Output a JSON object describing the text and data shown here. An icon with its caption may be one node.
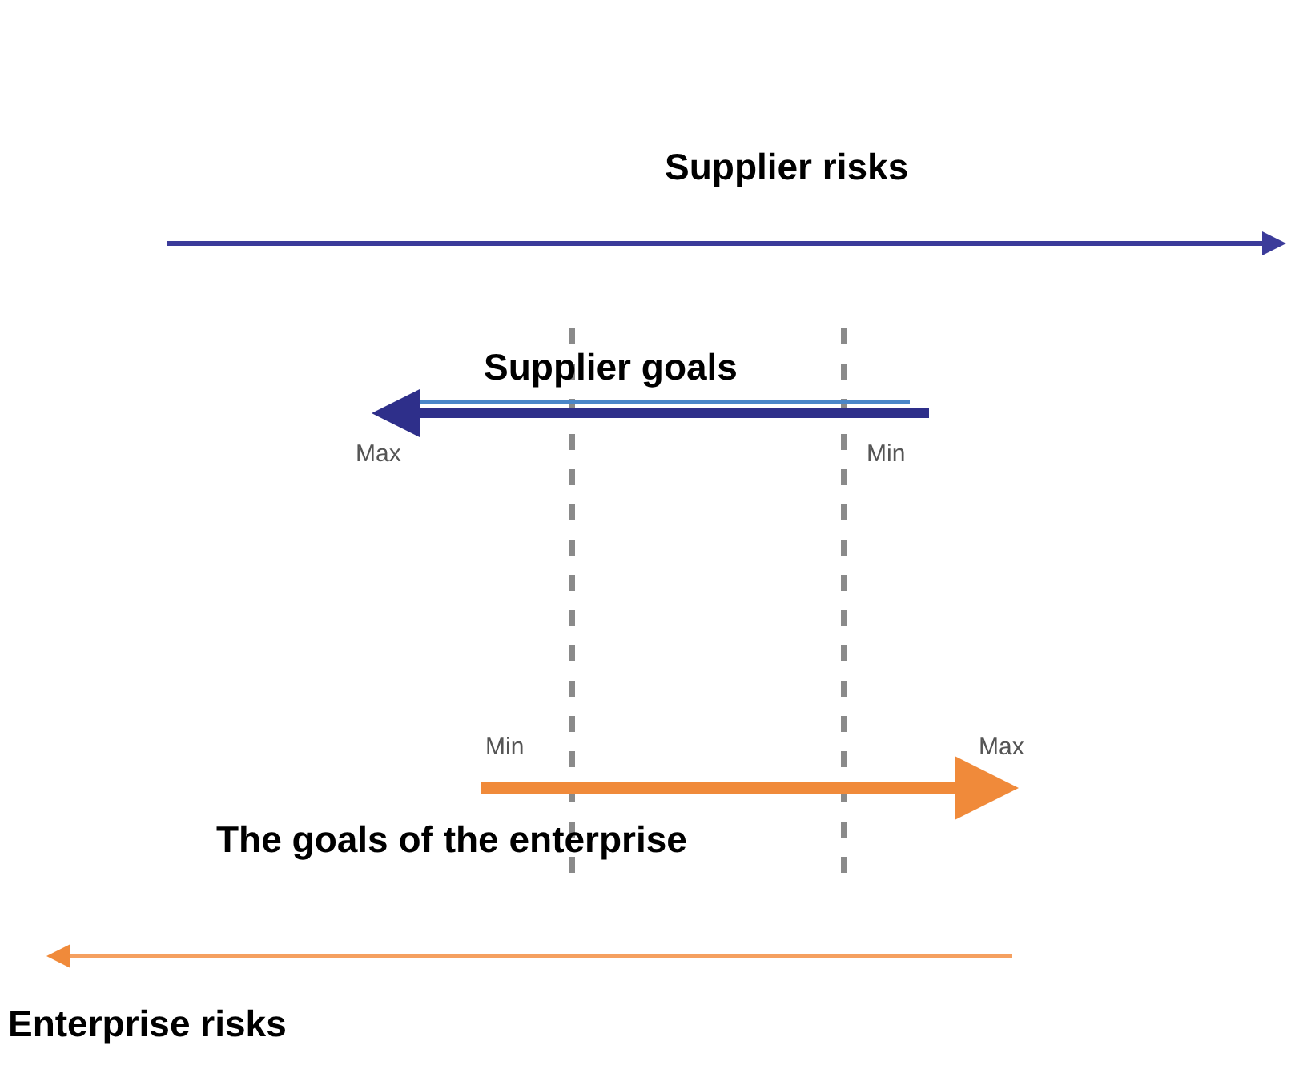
{
  "diagram": {
    "labels": [
      "Supplier risks",
      "Supplier goals",
      "Max",
      "Min",
      "Min",
      "Max",
      "The goals of the enterprise",
      "Enterprise risks"
    ]
  }
}
